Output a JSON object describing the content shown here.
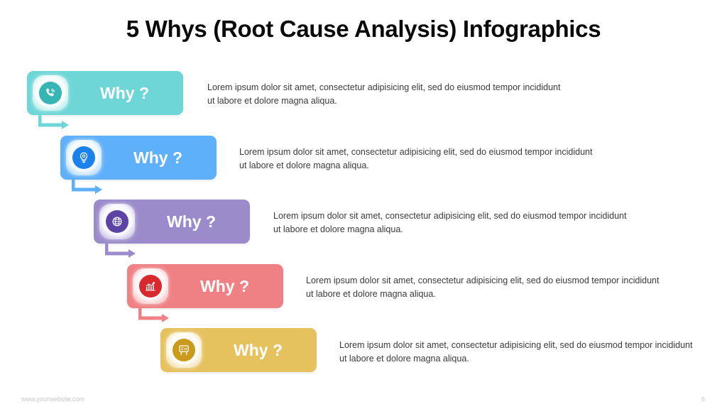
{
  "title": "5 Whys (Root Cause Analysis) Infographics",
  "steps": [
    {
      "label": "Why ?",
      "icon": "phone-call-icon",
      "color": "#6ed6d6",
      "icon_color": "#35b5b3",
      "text": "Lorem ipsum dolor sit amet, consectetur adipisicing elit, sed do eiusmod tempor incididunt ut labore et dolore magna aliqua."
    },
    {
      "label": "Why ?",
      "icon": "lightbulb-gear-icon",
      "color": "#5eb0fb",
      "icon_color": "#1a82ea",
      "text": "Lorem ipsum dolor sit amet, consectetur adipisicing elit, sed do eiusmod tempor incididunt ut labore et dolore magna aliqua."
    },
    {
      "label": "Why ?",
      "icon": "globe-icon",
      "color": "#9b8bcb",
      "icon_color": "#5b44a6",
      "text": "Lorem ipsum dolor sit amet, consectetur adipisicing elit, sed do eiusmod tempor incididunt ut labore et dolore magna aliqua."
    },
    {
      "label": "Why ?",
      "icon": "chart-growth-icon",
      "color": "#ef8184",
      "icon_color": "#d82a2e",
      "text": "Lorem ipsum dolor sit amet, consectetur adipisicing elit, sed do eiusmod tempor incididunt ut labore et dolore magna aliqua."
    },
    {
      "label": "Why ?",
      "icon": "presentation-board-icon",
      "color": "#e6c25f",
      "icon_color": "#c99a1c",
      "text": "Lorem ipsum dolor sit amet, consectetur adipisicing elit, sed do eiusmod tempor incididunt ut labore et dolore magna aliqua."
    }
  ],
  "footer": {
    "website": "www.yourwebsite.com",
    "page_number": "6"
  }
}
